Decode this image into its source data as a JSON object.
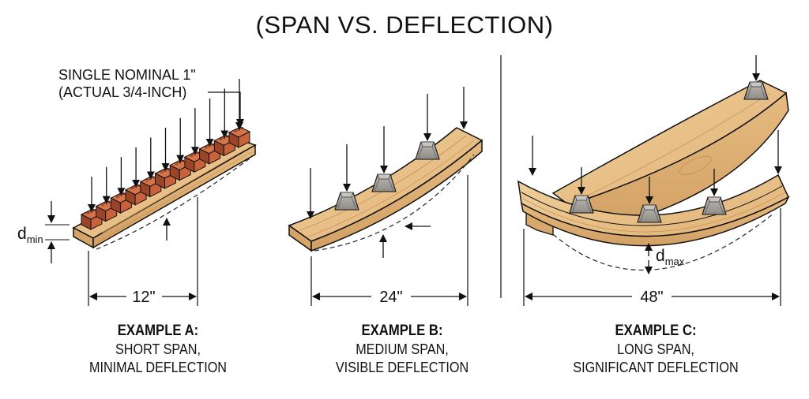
{
  "title": "(SPAN VS. DEFLECTION)",
  "material_label": {
    "line1": "SINGLE NOMINAL 1\"",
    "line2": "(ACTUAL 3/4-INCH)"
  },
  "examples": [
    {
      "id": "A",
      "heading": "EXAMPLE A:",
      "line1": "SHORT SPAN,",
      "line2": "MINIMAL DEFLECTION",
      "span_label": "12\"",
      "deflection_label": "d",
      "deflection_subscript": "min",
      "load_type": "bricks",
      "load_count": 11
    },
    {
      "id": "B",
      "heading": "EXAMPLE B:",
      "line1": "MEDIUM SPAN,",
      "line2": "VISIBLE DEFLECTION",
      "span_label": "24\"",
      "load_type": "concrete-blocks",
      "load_count": 3
    },
    {
      "id": "C",
      "heading": "EXAMPLE C:",
      "line1": "LONG SPAN,",
      "line2": "SIGNIFICANT DEFLECTION",
      "span_label": "48\"",
      "deflection_label": "d",
      "deflection_subscript": "max",
      "load_type": "concrete-blocks",
      "load_count": 4
    }
  ],
  "colors": {
    "wood": "#e2b57a",
    "wood_light": "#efcf9c",
    "wood_dark": "#c9975a",
    "brick": "#c8623a",
    "brick_dark": "#9c4427",
    "block": "#a9a6a0",
    "block_dark": "#7d7a75",
    "ink": "#111111"
  }
}
